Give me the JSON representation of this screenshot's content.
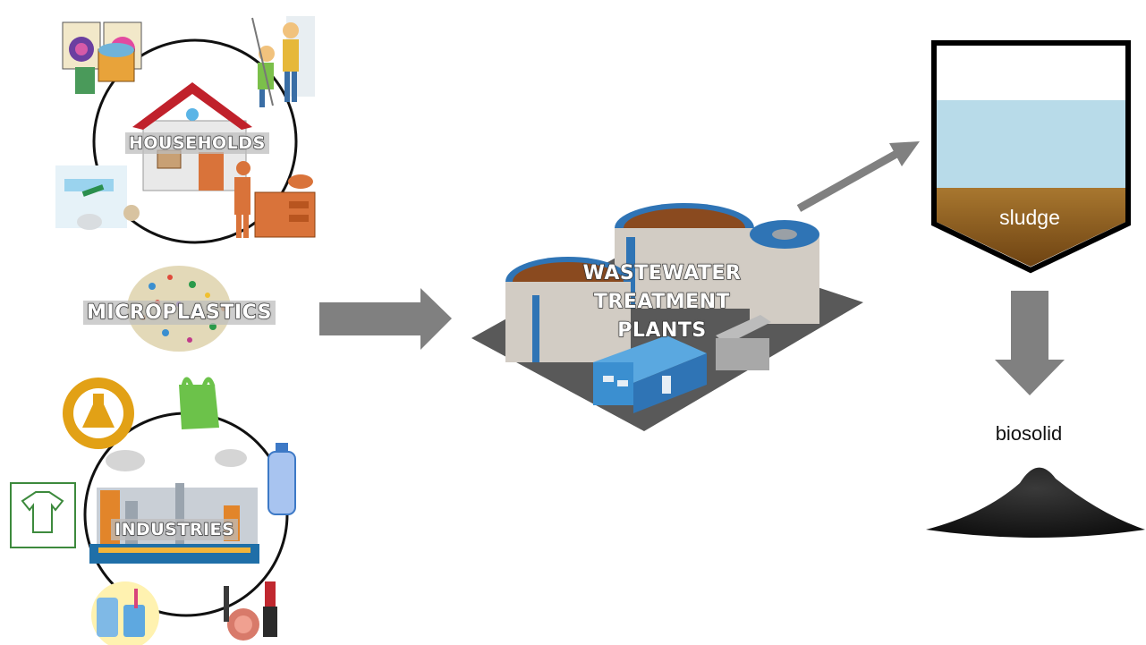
{
  "labels": {
    "households": "HOUSEHOLDS",
    "microplastics": "MICROPLASTICS",
    "industries": "INDUSTRIES",
    "wwtp_line1": "WASTEWATER",
    "wwtp_line2": "TREATMENT",
    "wwtp_line3": "PLANTS",
    "sludge": "sludge",
    "biosolid": "biosolid"
  },
  "icons": [
    "washing-machine-icon",
    "cleaning-people-icon",
    "house-icon",
    "bathroom-icon",
    "kitchen-person-icon",
    "microplastic-pile-icon",
    "lab-gear-icon",
    "plastic-bag-icon",
    "factory-icon",
    "water-bottle-icon",
    "textile-icon",
    "toiletries-icon",
    "cosmetics-icon",
    "treatment-plant-icon",
    "sludge-tank-icon",
    "biosolid-pile-icon"
  ],
  "colors": {
    "arrow": "#808080",
    "water": "#b8dbe9",
    "sludge": "#8a5a1e",
    "plant_blue": "#2f74b5",
    "house_roof": "#c0212b"
  }
}
